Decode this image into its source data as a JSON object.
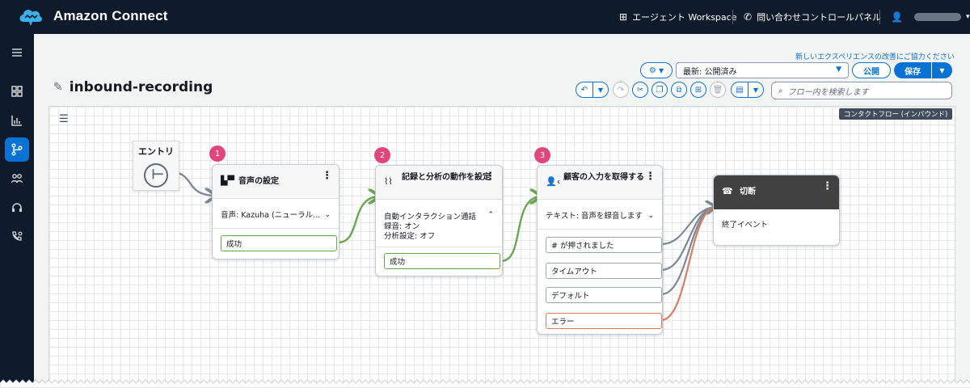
{
  "app": {
    "title": "Amazon Connect"
  },
  "topbar": {
    "agent_workspace": "エージェント Workspace",
    "contact_control_panel": "問い合わせコントロールパネル"
  },
  "header": {
    "improve_link": "新しいエクスペリエンスの改善にご協力ください",
    "flow_name": "inbound-recording",
    "version": "最新: 公開済み",
    "publish_label": "公開",
    "save_label": "保存",
    "search_placeholder": "フロー内を検索します"
  },
  "canvas": {
    "flow_type": "コンタクトフロー (インバウンド)"
  },
  "nodes": {
    "entry": {
      "label": "エントリ"
    },
    "set_voice": {
      "badge": "1",
      "title": "音声の設定",
      "summary": "音声: Kazuha (ニューラル...",
      "branch_success": "成功"
    },
    "recording": {
      "badge": "2",
      "title": "記録と分析の動作を設定",
      "line1": "自動インタラクション通話",
      "line2": "録音: オン",
      "line3": "分析設定: オフ",
      "branch_success": "成功"
    },
    "get_input": {
      "badge": "3",
      "title": "顧客の入力を取得する",
      "summary": "テキスト: 音声を録音します",
      "branch_pressed": "# が押されました",
      "branch_timeout": "タイムアウト",
      "branch_default": "デフォルト",
      "branch_error": "エラー"
    },
    "disconnect": {
      "title": "切断",
      "summary": "終了イベント"
    }
  },
  "colors": {
    "accent": "#0972d3",
    "topbar": "#0f1b2a",
    "success_connector": "#69a84f",
    "neutral_connector": "#7d8998",
    "error_connector": "#d97d62",
    "badge": "#e0457b"
  },
  "icons": {
    "rail": [
      "menu-icon",
      "dashboard-icon",
      "analytics-icon",
      "routing-icon",
      "users-icon",
      "headset-icon",
      "phone-icon"
    ]
  }
}
